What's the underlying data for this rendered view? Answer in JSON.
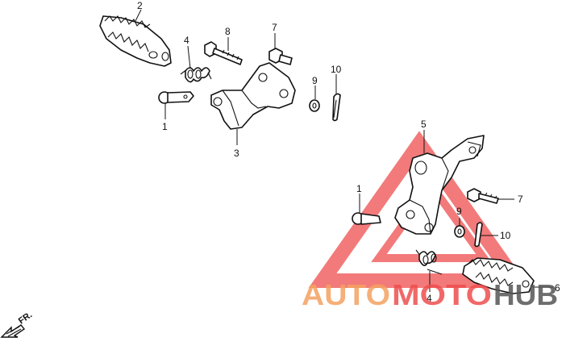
{
  "callouts": {
    "upper_footpeg": "2",
    "upper_spring": "4",
    "upper_bolt": "8",
    "upper_nut": "7",
    "upper_washer": "9",
    "upper_cotter": "10",
    "upper_pin": "1",
    "upper_bracket": "3",
    "lower_bracket": "5",
    "lower_pin": "1",
    "lower_bolt": "7",
    "lower_washer": "9",
    "lower_cotter": "10",
    "lower_spring": "4",
    "lower_footpeg": "6"
  },
  "direction": {
    "label": "FR."
  },
  "watermark": {
    "part1": "AUTO",
    "part2": "MOTO",
    "part3": "HUB",
    "colors": {
      "orange": "#f4a261",
      "red": "#ef4e4e",
      "gray": "#555555"
    }
  }
}
